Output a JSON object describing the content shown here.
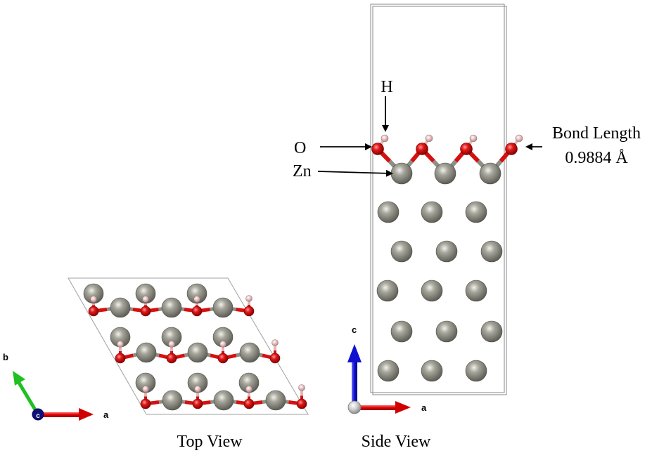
{
  "colors": {
    "zn": "#8a8a80",
    "zn_highlight": "#e8e8e0",
    "o": "#d41010",
    "o_highlight": "#ff9090",
    "h": "#e9c3c3",
    "h_highlight": "#ffffff",
    "cell": "#a0a0a0",
    "axis_a": "#e00000",
    "axis_b": "#20c020",
    "axis_c": "#1010d0",
    "axis_c_origin": "#10107a",
    "arrow": "#000000"
  },
  "top_view": {
    "caption": "Top View",
    "axes": {
      "a": "a",
      "b": "b",
      "c": "c"
    }
  },
  "side_view": {
    "caption": "Side View",
    "axes": {
      "a": "a",
      "c": "c"
    },
    "labels": {
      "h": "H",
      "o": "O",
      "zn": "Zn",
      "bond_length_title": "Bond Length",
      "bond_length_value": "0.9884 Å"
    }
  }
}
